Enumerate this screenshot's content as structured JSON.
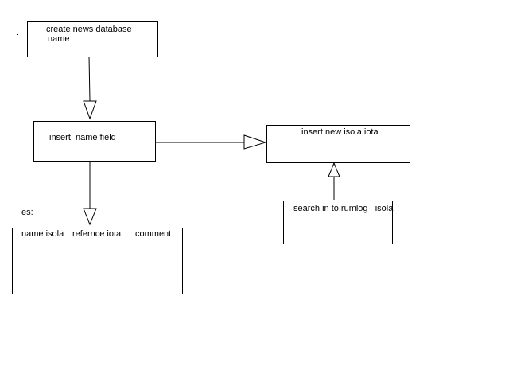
{
  "diagram": {
    "nodes": {
      "create_db": {
        "line1": "create news database",
        "line2": "name"
      },
      "insert_name": {
        "label": "insert  name field"
      },
      "insert_isola": {
        "label": "insert new isola iota"
      },
      "search": {
        "label": "search in to rumlog   isola"
      },
      "table": {
        "col1": "name isola",
        "col2": "refernce iota",
        "col3": "comment"
      }
    },
    "side_label": "es:",
    "edges": [
      {
        "from": "create_db",
        "to": "insert_name",
        "arrow": "hollow-triangle"
      },
      {
        "from": "insert_name",
        "to": "table",
        "arrow": "hollow-triangle"
      },
      {
        "from": "insert_name",
        "to": "insert_isola",
        "arrow": "hollow-triangle"
      },
      {
        "from": "search",
        "to": "insert_isola",
        "arrow": "hollow-triangle"
      }
    ]
  }
}
